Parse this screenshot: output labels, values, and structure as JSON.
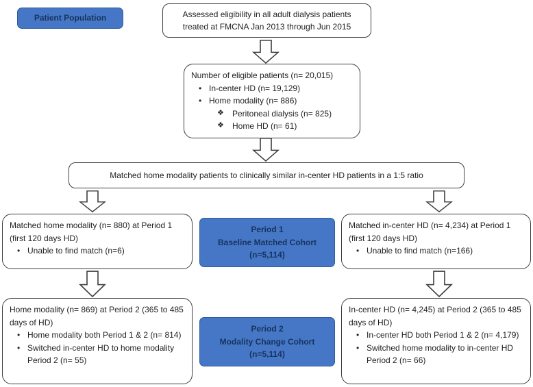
{
  "colors": {
    "accent_blue": "#4577C6",
    "accent_blue_border": "#2E5B9E",
    "accent_blue_text": "#17335E",
    "box_border": "#3d3d3d",
    "text": "#1f1f1f"
  },
  "icons": {
    "bullet": "•",
    "sub_bullet": "❖",
    "arrow": "down-block-arrow"
  },
  "legend": {
    "label": "Patient Population"
  },
  "flow": {
    "assessed": {
      "lines": [
        "Assessed eligibility in all adult dialysis patients",
        "treated at FMCNA Jan 2013 through Jun 2015"
      ]
    },
    "eligible": {
      "title": "Number of eligible patients (n= 20,015)",
      "bullets": [
        "In-center HD (n= 19,129)",
        "Home modality (n= 886)"
      ],
      "sub_bullets": [
        "Peritoneal dialysis (n= 825)",
        "Home HD (n= 61)"
      ]
    },
    "matched": {
      "text": "Matched home modality patients to clinically similar in-center HD patients in a 1:5 ratio"
    },
    "period1_home": {
      "title": "Matched home modality (n= 880) at Period 1 (first 120 days HD)",
      "bullets": [
        "Unable to find match (n=6)"
      ]
    },
    "period1_cohort": {
      "lines": [
        "Period 1",
        "Baseline Matched Cohort",
        "(n=5,114)"
      ]
    },
    "period1_incenter": {
      "title": "Matched in-center HD (n= 4,234) at Period 1 (first 120 days HD)",
      "bullets": [
        "Unable to find match (n=166)"
      ]
    },
    "period2_home": {
      "title": "Home modality (n= 869) at Period 2 (365 to 485 days of HD)",
      "bullets": [
        "Home modality both Period 1 & 2 (n= 814)",
        "Switched in-center HD to home modality Period 2 (n= 55)"
      ]
    },
    "period2_cohort": {
      "lines": [
        "Period 2",
        "Modality Change Cohort",
        "(n=5,114)"
      ]
    },
    "period2_incenter": {
      "title": "In-center HD (n= 4,245) at Period 2 (365 to 485 days of HD)",
      "bullets": [
        "In-center HD both Period 1 & 2 (n= 4,179)",
        "Switched home modality to in-center HD Period 2 (n= 66)"
      ]
    }
  }
}
